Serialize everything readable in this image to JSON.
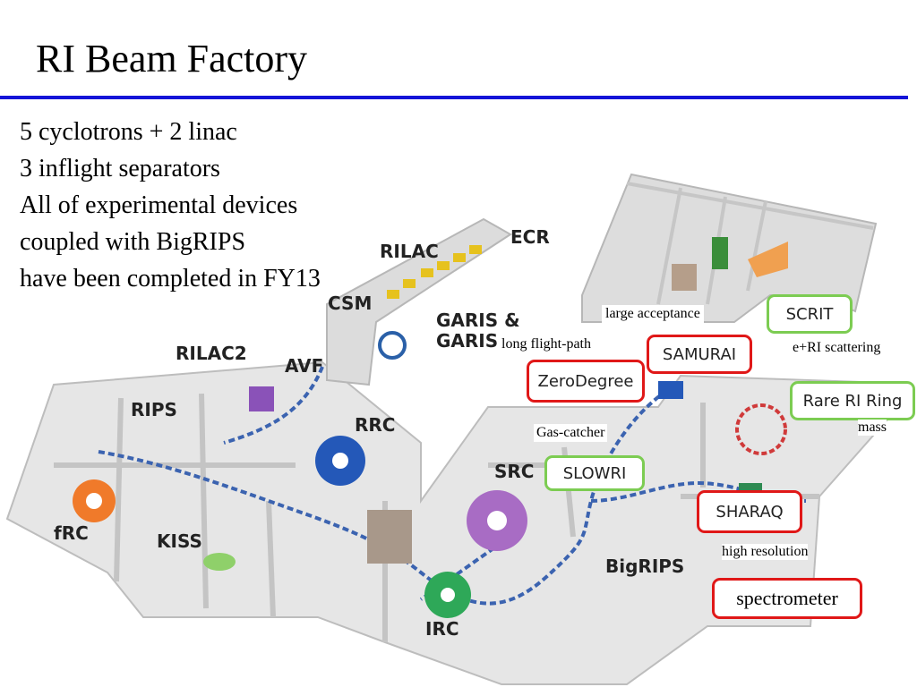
{
  "title": "RI Beam Factory",
  "bullets": [
    "5 cyclotrons + 2 linac",
    "3 inflight separators",
    "All of experimental devices",
    "coupled with BigRIPS",
    "have been completed in FY13"
  ],
  "facility_labels": {
    "ecr": "ECR",
    "rilac": "RILAC",
    "csm": "CSM",
    "garis1": "GARIS &",
    "garis2": "GARIS",
    "rilac2": "RILAC2",
    "avf": "AVF",
    "rips": "RIPS",
    "rrc": "RRC",
    "frc": "fRC",
    "kiss": "KISS",
    "src": "SRC",
    "irc": "IRC",
    "bigrips": "BigRIPS"
  },
  "devices": {
    "samurai": "SAMURAI",
    "zerodegree": "ZeroDegree",
    "slowri": "SLOWRI",
    "scrit": "SCRIT",
    "rare_ri_ring": "Rare RI Ring",
    "sharaq": "SHARAQ"
  },
  "annotations": {
    "large_acceptance": "large acceptance",
    "long_flight_path": "long flight-path",
    "gas_catcher": "Gas-catcher",
    "e_ri_scattering": "e+RI scattering",
    "mass": "mass",
    "high_resolution": "high resolution",
    "spectrometer": "spectrometer"
  },
  "colors": {
    "rule": "#1414d8",
    "highlight_red": "#e01818",
    "highlight_green": "#7ccc52",
    "floor": "#e6e6e6",
    "wall": "#c4c4c4"
  }
}
